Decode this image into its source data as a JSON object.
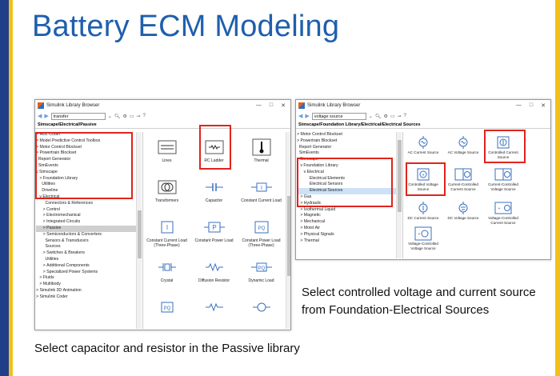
{
  "slide": {
    "title": "Battery ECM Modeling",
    "caption_left": "Select capacitor and resistor in the Passive library",
    "caption_right": "Select controlled voltage and current source from Foundation-Electrical Sources",
    "colors": {
      "title": "#1f5fad",
      "bar_blue": "#1f3f8a",
      "bar_yellow": "#f2c01c",
      "highlight_red": "#e0241b"
    }
  },
  "left_window": {
    "title": "Simulink Library Browser",
    "controls": [
      "—",
      "□",
      "✕"
    ],
    "search_value": "transfer",
    "path": "Simscape/Electrical/Passive",
    "tree": [
      "> HDL Coder",
      "> Model Predictive Control Toolbox",
      "> Motor Control Blockset",
      "> Powertrain Blockset",
      "  Report Generator",
      "  SimEvents",
      "v Simscape",
      "   > Foundation Library",
      "     Utilities",
      "     Driveline",
      "   v Electrical",
      "        Connectors & References",
      "      > Control",
      "      > Electromechanical",
      "      > Integrated Circuits",
      "      > Passive",
      "      > Semiconductors & Converters",
      "        Sensors & Transducers",
      "        Sources",
      "      > Switches & Breakers",
      "        Utilities",
      "      > Additional Components",
      "      > Specialized Power Systems",
      "   > Fluids",
      "   > Multibody",
      "> Simulink 3D Animation",
      "> Simulink Coder"
    ],
    "blocks": [
      {
        "label": "Lines",
        "icon": "lines-icon"
      },
      {
        "label": "RC Ladder",
        "icon": "rc-ladder-icon"
      },
      {
        "label": "Thermal",
        "icon": "thermal-icon"
      },
      {
        "label": "Transformers",
        "icon": "transformer-icon"
      },
      {
        "label": "Capacitor",
        "icon": "capacitor-icon"
      },
      {
        "label": "Constant Current Load",
        "icon": "constant-current-load-icon"
      },
      {
        "label": "Constant Current Load (Three-Phase)",
        "icon": "i-block-icon"
      },
      {
        "label": "Constant Power Load",
        "icon": "p-block-icon"
      },
      {
        "label": "Constant Power Load (Three-Phase)",
        "icon": "pq-block-icon"
      },
      {
        "label": "Crystal",
        "icon": "crystal-icon"
      },
      {
        "label": "Diffusion Resistor",
        "icon": "diffusion-resistor-icon"
      },
      {
        "label": "Dynamic Load",
        "icon": "dynamic-load-icon"
      },
      {
        "label": "",
        "icon": "pq-small-icon"
      },
      {
        "label": "",
        "icon": "resistor-small-icon"
      },
      {
        "label": "",
        "icon": "dynamic-small-icon"
      }
    ]
  },
  "right_window": {
    "title": "Simulink Library Browser",
    "controls": [
      "—",
      "□",
      "✕"
    ],
    "search_value": "voltage source",
    "path": "Simscape/Foundation Library/Electrical/Electrical Sources",
    "tree": [
      "> Motor Control Blockset",
      "> Powertrain Blockset",
      "  Report Generator",
      "  SimEvents",
      "v Simscape",
      "   v Foundation Library",
      "      v Electrical",
      "           Electrical Elements",
      "           Electrical Sensors",
      "           Electrical Sources",
      "   > Gas",
      "   > Hydraulic",
      "   > Isothermal Liquid",
      "   > Magnetic",
      "   > Mechanical",
      "   > Moist Air",
      "   > Physical Signals",
      "   > Thermal"
    ],
    "blocks": [
      {
        "label": "AC Current Source",
        "icon": "ac-current-source-icon"
      },
      {
        "label": "AC Voltage Source",
        "icon": "ac-voltage-source-icon"
      },
      {
        "label": "Controlled Current Source",
        "icon": "controlled-current-source-icon"
      },
      {
        "label": "Controlled Voltage Source",
        "icon": "controlled-voltage-source-icon"
      },
      {
        "label": "Current-Controlled Current Source",
        "icon": "cccs-icon"
      },
      {
        "label": "Current-Controlled Voltage Source",
        "icon": "ccvs-icon"
      },
      {
        "label": "DC Current Source",
        "icon": "dc-current-source-icon"
      },
      {
        "label": "DC Voltage Source",
        "icon": "dc-voltage-source-icon"
      },
      {
        "label": "Voltage-Controlled Current Source",
        "icon": "vccs-icon"
      },
      {
        "label": "Voltage-Controlled Voltage Source",
        "icon": "vcvs-icon"
      }
    ]
  }
}
